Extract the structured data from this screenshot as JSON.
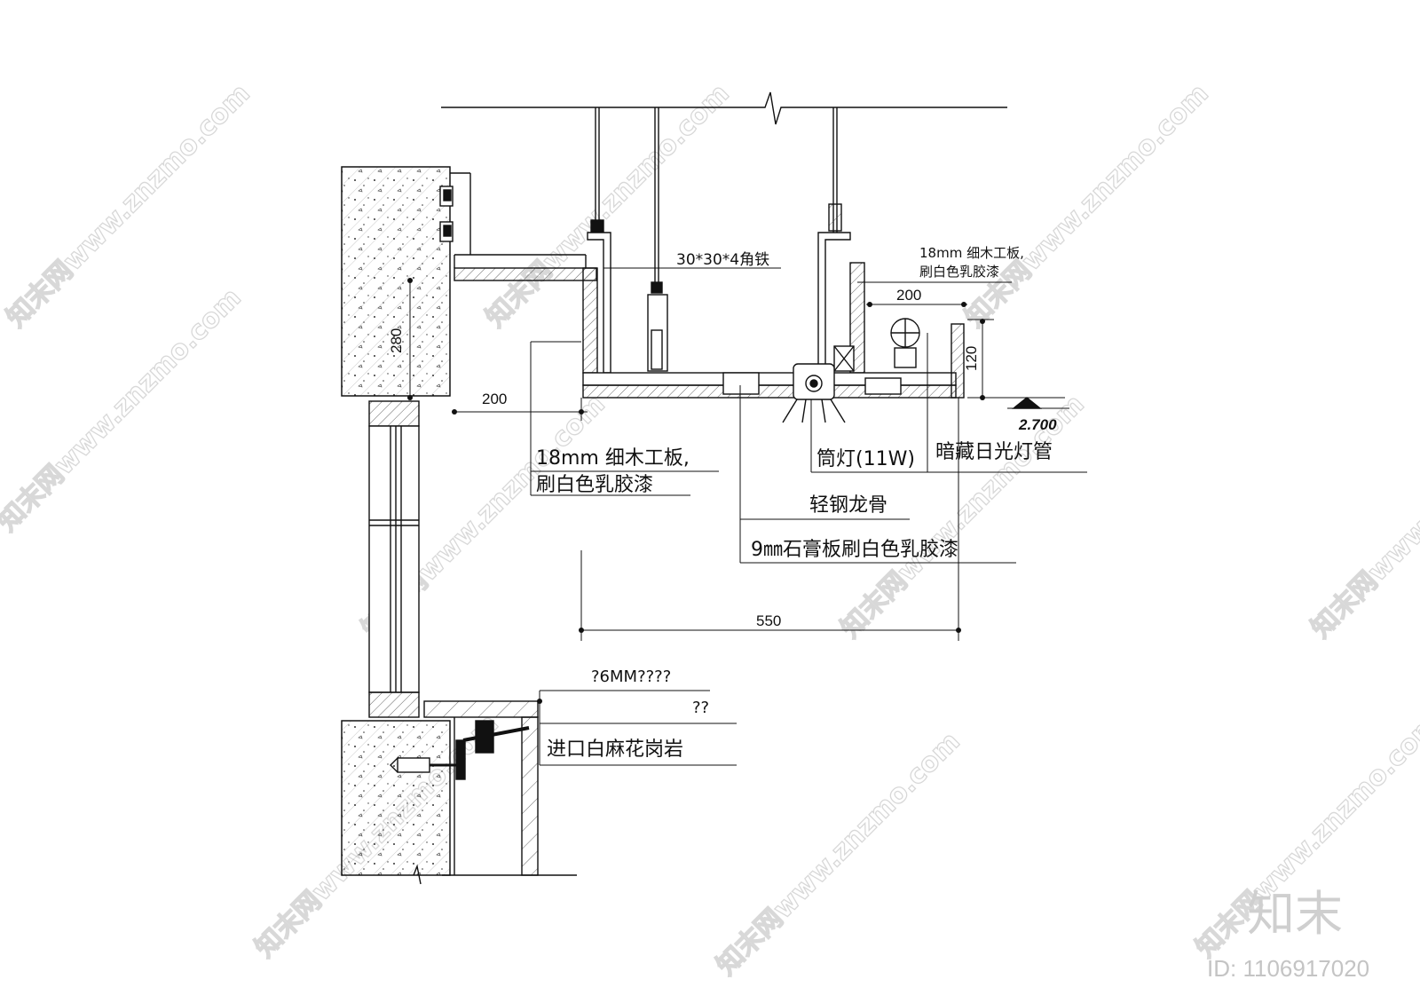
{
  "labels": {
    "angle_iron": "30*30*4角铁",
    "board_top_right_1": "18mm 细木工板,",
    "board_top_right_2": "刷白色乳胶漆",
    "board_left_1": "18mm 细木工板,",
    "board_left_2": "刷白色乳胶漆",
    "downlight": "筒灯(11W)",
    "hidden_tube": "暗藏日光灯管",
    "light_steel_keel": "轻钢龙骨",
    "gypsum_board": "9㎜石膏板刷白色乳胶漆",
    "glass_6mm": "?6MM????",
    "unknown_2": "??",
    "granite": "进口白麻花岗岩"
  },
  "dimensions": {
    "d280": "280",
    "d200_left": "200",
    "d200_right": "200",
    "d120": "120",
    "d550": "550",
    "elevation": "2.700"
  },
  "watermark": {
    "text": "知末网www.znzmo.com",
    "brand": "知末",
    "id": "ID: 1106917020"
  }
}
